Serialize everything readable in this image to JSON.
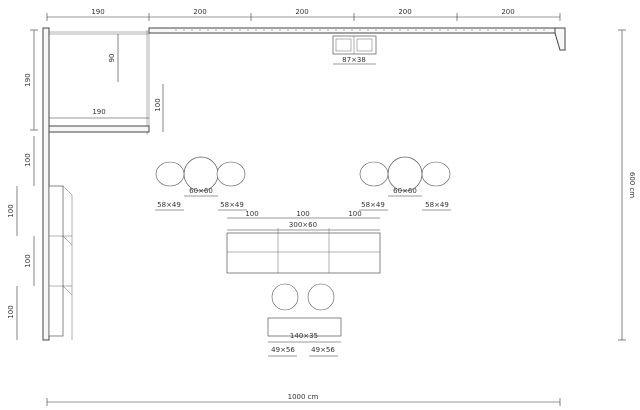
{
  "dimensions": {
    "top_190": "190",
    "top_200_a": "200",
    "top_200_b": "200",
    "top_200_c": "200",
    "top_200_d": "200",
    "left_190": "190",
    "left_100_a": "100",
    "left_100_b": "100",
    "left_100_c": "100",
    "left_100_d": "100",
    "box_90": "90",
    "box_190": "190",
    "box_100": "100",
    "cabinet": "87×38",
    "table_left": "60×60",
    "table_right": "60×60",
    "chair_left_a": "58×49",
    "chair_left_b": "58×49",
    "chair_right_a": "58×49",
    "chair_right_b": "58×49",
    "sofa_seg_a": "100",
    "sofa_seg_b": "100",
    "sofa_seg_c": "100",
    "sofa": "300×60",
    "bench": "140×35",
    "armchair_a": "49×56",
    "armchair_b": "49×56",
    "total_width": "1000 cm",
    "total_height": "600 cm"
  }
}
